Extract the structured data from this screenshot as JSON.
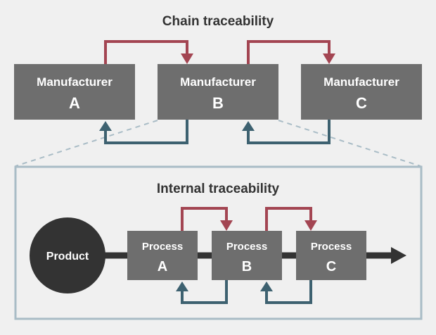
{
  "colors": {
    "background": "#f0f0f0",
    "box_fill": "#6e6e6e",
    "product_fill": "#333333",
    "flow_line": "#333333",
    "forward_arrow": "#a34552",
    "backward_arrow": "#3d6170",
    "zoom_frame": "#a9bcc6"
  },
  "chain": {
    "title": "Chain traceability",
    "manufacturers": [
      {
        "line1": "Manufacturer",
        "line2": "A"
      },
      {
        "line1": "Manufacturer",
        "line2": "B"
      },
      {
        "line1": "Manufacturer",
        "line2": "C"
      }
    ]
  },
  "internal": {
    "title": "Internal traceability",
    "product_label": "Product",
    "processes": [
      {
        "line1": "Process",
        "line2": "A"
      },
      {
        "line1": "Process",
        "line2": "B"
      },
      {
        "line1": "Process",
        "line2": "C"
      }
    ]
  }
}
